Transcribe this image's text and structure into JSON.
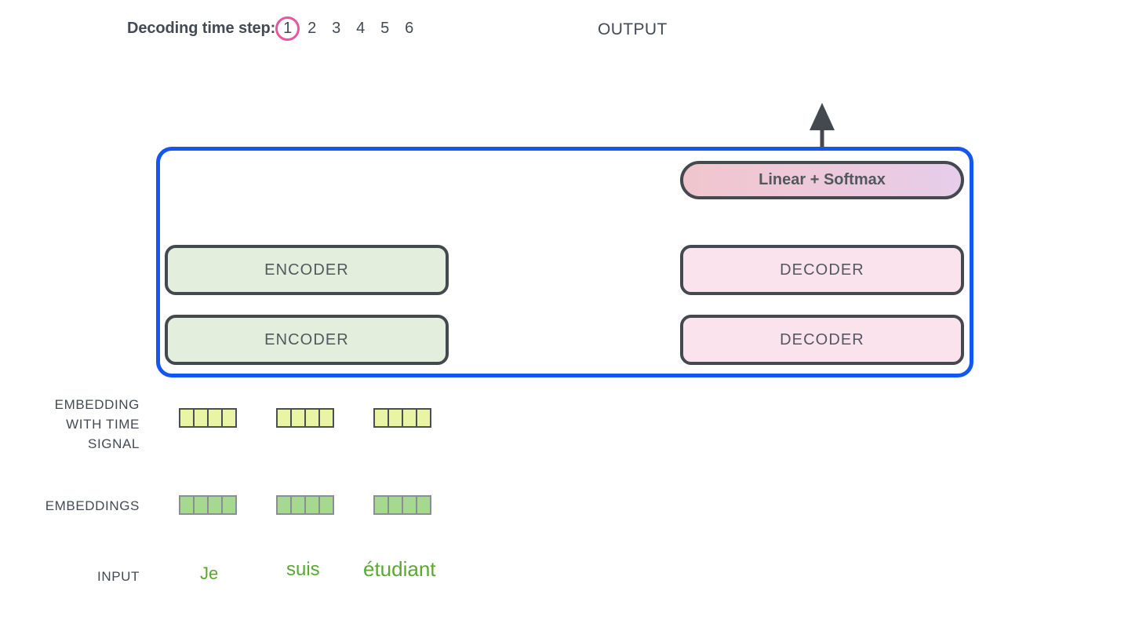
{
  "header": {
    "timestep_label": "Decoding time step:",
    "steps": [
      "1",
      "2",
      "3",
      "4",
      "5",
      "6"
    ],
    "active_step_index": 0,
    "output_label": "OUTPUT"
  },
  "transformer": {
    "encoder_stack": [
      {
        "label": "ENCODER"
      },
      {
        "label": "ENCODER"
      }
    ],
    "decoder_stack": [
      {
        "label": "DECODER"
      },
      {
        "label": "DECODER"
      }
    ],
    "linear_softmax_label": "Linear + Softmax"
  },
  "rows": {
    "embedding_time_label": "EMBEDDING\nWITH TIME\nSIGNAL",
    "embedding_time_line1": "EMBEDDING",
    "embedding_time_line2": "WITH TIME",
    "embedding_time_line3": "SIGNAL",
    "embeddings_label": "EMBEDDINGS",
    "input_label": "INPUT"
  },
  "tokens": [
    {
      "word": "Je",
      "embedding_cells": 4,
      "time_signal_cells": 4
    },
    {
      "word": "suis",
      "embedding_cells": 4,
      "time_signal_cells": 4
    },
    {
      "word": "étudiant",
      "embedding_cells": 4,
      "time_signal_cells": 4
    }
  ],
  "colors": {
    "container_border": "#1456f0",
    "encoder_fill": "#e3efdc",
    "decoder_fill": "#fbe3ee",
    "block_border": "#44494f",
    "time_signal_cell": "#e9f5a5",
    "embedding_cell": "#a4d98f",
    "active_step_ring": "#e8569d",
    "input_word_text": "#5aa832",
    "arrow_dark": "#44494f",
    "arrow_light": "#cfcfcf",
    "text": "#434a54"
  }
}
